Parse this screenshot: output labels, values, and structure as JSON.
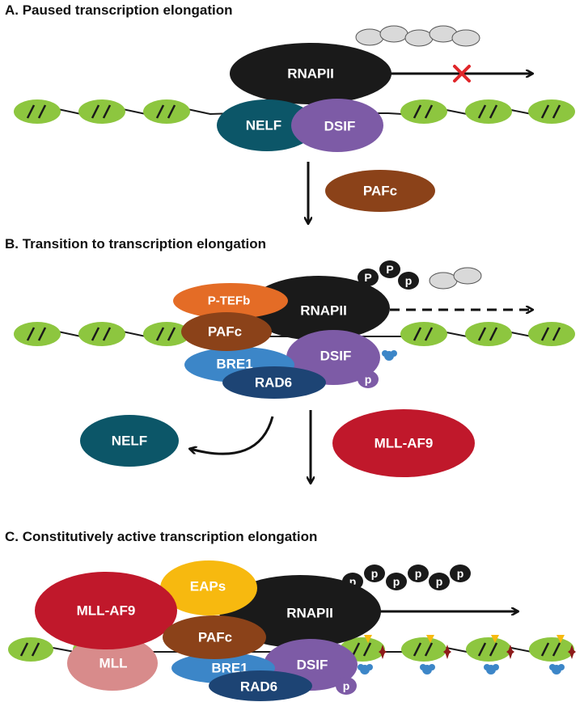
{
  "sections": {
    "a": {
      "title": "A. Paused transcription elongation"
    },
    "b": {
      "title": "B. Transition to transcription elongation"
    },
    "c": {
      "title": "C. Constitutively active transcription elongation"
    }
  },
  "labels": {
    "rnapii": "RNAPII",
    "nelf": "NELF",
    "dsif": "DSIF",
    "pafc": "PAFc",
    "ptefb": "P-TEFb",
    "bre1": "BRE1",
    "rad6": "RAD6",
    "mll_af9": "MLL-AF9",
    "eaps": "EAPs",
    "mll": "MLL",
    "phospho": "p",
    "phospho_cap": "P"
  },
  "colors": {
    "rnapii": "#1a1a1a",
    "nelf": "#0c5668",
    "dsif": "#7d5ba6",
    "pafc": "#8b4219",
    "ptefb": "#e46c26",
    "bre1": "#3c86c8",
    "rad6": "#1d4474",
    "mll_af9": "#c0182b",
    "eaps": "#f7b90f",
    "mll": "#d88b8b",
    "nucleosome": "#8dc63f",
    "rna": "#d9d9d9",
    "block_cross": "#e0262a",
    "ubiquitin": "#3c86c8",
    "methyl_marker": "#f7b90f",
    "acetyl_marker": "#8e1b1b"
  },
  "icons": {
    "nucleosome": "nucleosome-icon",
    "ubiquitin": "ubiquitin-icon",
    "block": "block-x-icon",
    "methylation": "methylation-triangle-icon",
    "h3k79": "star-mark-icon"
  }
}
